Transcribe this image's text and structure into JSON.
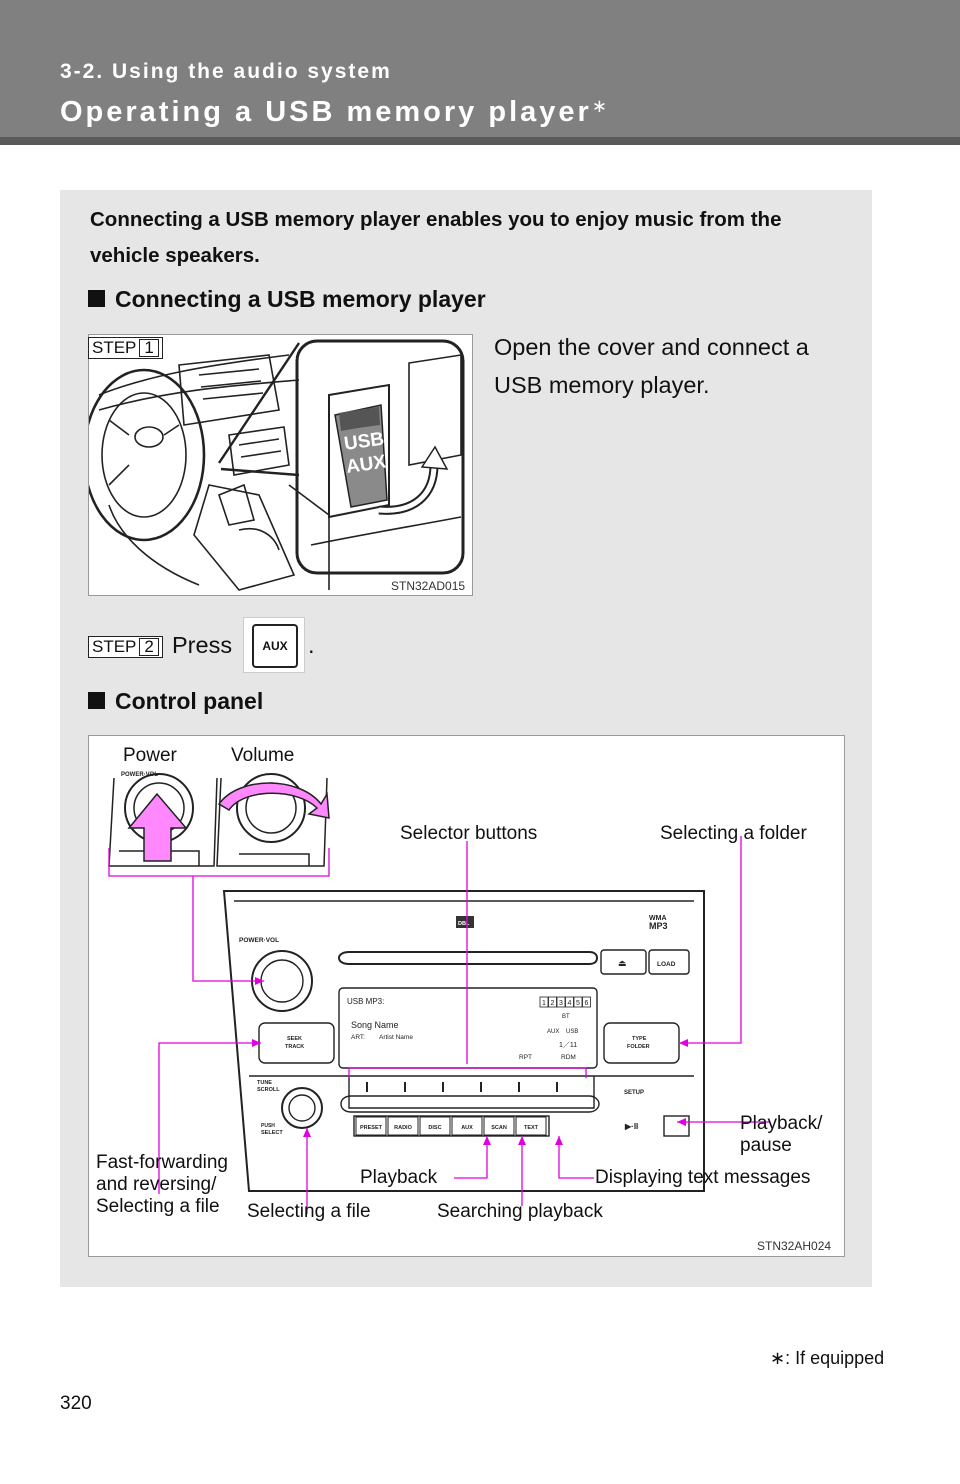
{
  "header": {
    "section": "3-2. Using the audio system",
    "title": "Operating a USB memory player",
    "title_mark": "∗"
  },
  "intro": "Connecting a USB memory player enables you to enjoy music from the vehicle speakers.",
  "connect": {
    "heading": "Connecting a USB memory player",
    "step1": {
      "badge": "STEP",
      "num": "1",
      "text": "Open the cover and connect a USB memory player."
    },
    "figure_code": "STN32AD015",
    "port_label_1": "USB",
    "port_label_2": "AUX",
    "step2": {
      "badge": "STEP",
      "num": "2",
      "text": "Press",
      "button_label": "AUX",
      "end": "."
    }
  },
  "control_panel": {
    "heading": "Control panel",
    "figure_code": "STN32AH024",
    "labels": {
      "power": "Power",
      "volume": "Volume",
      "selector_buttons": "Selector buttons",
      "selecting_folder": "Selecting a folder",
      "playback_pause_1": "Playback/",
      "playback_pause_2": "pause",
      "fast_forward_1": "Fast-forwarding",
      "fast_forward_2": "and reversing/",
      "fast_forward_3": "Selecting a file",
      "playback": "Playback",
      "displaying_text": "Displaying text messages",
      "selecting_file": "Selecting a file",
      "searching_playback": "Searching playback"
    },
    "unit": {
      "power_vol": "POWER·VOL",
      "load": "LOAD",
      "eject": "⏏",
      "dbl": "DBL",
      "wma": "WMA",
      "mp3": "MP3",
      "display_source": "USB MP3:",
      "song": "Song Name",
      "art_prefix": "ART:",
      "artist": "Artist Name",
      "track_count": "1／11",
      "rpt": "RPT",
      "rdm": "RDM",
      "presets": [
        "1",
        "2",
        "3",
        "4",
        "5",
        "6"
      ],
      "bt": "BT",
      "aux_tag": "AUX",
      "usb_tag": "USB",
      "seek_1": "SEEK",
      "seek_2": "TRACK",
      "type_1": "TYPE",
      "type_2": "FOLDER",
      "tune_1": "TUNE",
      "tune_2": "SCROLL",
      "push_1": "PUSH",
      "push_2": "SELECT",
      "setup": "SETUP",
      "play_pause": "▶·II",
      "buttons": [
        "PRESET",
        "RADIO",
        "DISC",
        "AUX",
        "SCAN",
        "TEXT"
      ]
    }
  },
  "footnote": {
    "mark": "∗",
    "text": ": If equipped"
  },
  "page_number": "320",
  "colors": {
    "header": "#808080",
    "panel": "#e6e6e6",
    "leader": "#e000e0"
  }
}
